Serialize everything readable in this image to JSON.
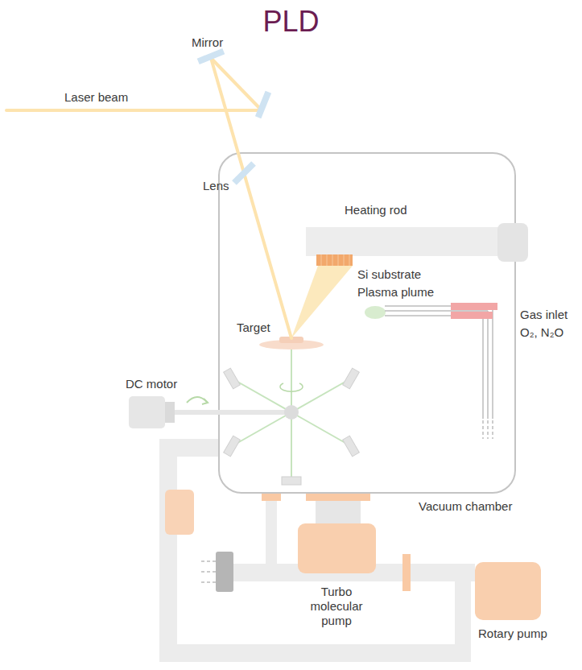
{
  "diagram": {
    "title": "PLD",
    "labels": [
      "Mirror",
      "Laser beam",
      "Lens",
      "Heating rod",
      "Si substrate",
      "Plasma plume",
      "Gas inlet",
      "O₂, N₂O",
      "Target",
      "DC motor",
      "Vacuum chamber",
      "Turbo molecular pump",
      "Rotary pump"
    ]
  }
}
